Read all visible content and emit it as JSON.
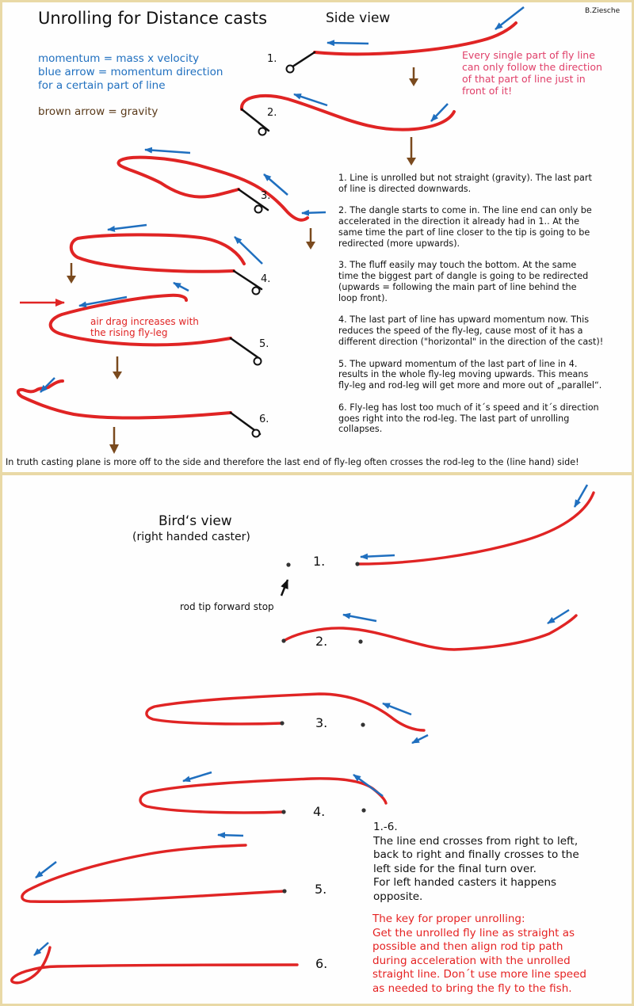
{
  "author": "B.Ziesche",
  "side": {
    "title": "Unrolling for Distance casts",
    "view_label": "Side view",
    "legend_momentum": "momentum = mass x velocity",
    "legend_blue1": "blue arrow = momentum direction",
    "legend_blue2": "for a certain part of line",
    "legend_brown": "brown arrow = gravity",
    "note_red": [
      "Every single part of fly line",
      "can only follow the direction",
      "of that part of line just in",
      "front of it!"
    ],
    "air_drag": [
      "air drag increases with",
      "the rising fly-leg"
    ],
    "numbers": [
      "1.",
      "2.",
      "3.",
      "4.",
      "5.",
      "6."
    ],
    "explanation": [
      "1. Line is unrolled but not straight (gravity). The last part",
      "of line is directed downwards.",
      "",
      "2. The dangle starts to come in. The line end can only be",
      "accelerated in the direction it already had in 1.. At the",
      "same time the part of line closer to the tip is going to be",
      "redirected (more upwards).",
      "",
      "3. The fluff easily may touch the bottom. At the same",
      "time the biggest part of dangle is going to be redirected",
      "(upwards = following the main part of line behind the",
      "loop front).",
      "",
      "4. The last part of line has upward momentum now. This",
      "reduces the speed of the fly-leg, cause most of it has a",
      "different direction (\"horizontal\" in the direction of the cast)!",
      "",
      "5. The upward momentum of the last part of line in 4.",
      "results in the whole fly-leg moving upwards. This means",
      "fly-leg and rod-leg will get more and more out of „parallel“.",
      "",
      "6. Fly-leg has lost too much of it´s speed and it´s direction",
      "goes right into the rod-leg. The last part of unrolling",
      "collapses."
    ],
    "footer": "In truth casting plane is more off to the side and therefore the last end of fly-leg often crosses the rod-leg to the (line hand) side!"
  },
  "bird": {
    "title": "Bird‘s view",
    "subtitle": "(right handed caster)",
    "rod_tip_label": "rod tip forward stop",
    "numbers": [
      "1.",
      "2.",
      "3.",
      "4.",
      "5.",
      "6."
    ],
    "note_black": [
      "1.-6.",
      "The line end crosses from right to left,",
      "back to right and finally crosses to the",
      "left side for the final turn over.",
      "For left handed casters it happens",
      "opposite."
    ],
    "note_red": [
      "The key for proper unrolling:",
      "Get the unrolled fly line as straight as",
      "possible and then align rod tip path",
      "during acceleration with the unrolled",
      "straight line. Don´t use more line speed",
      "as needed to bring the fly to the fish."
    ]
  },
  "colors": {
    "line": "#e02424",
    "momentum_arrow": "#1f6fbf",
    "gravity_arrow": "#7a4a1e",
    "legend_blue_text": "#1f6fbf",
    "legend_brown_text": "#5a3a1a",
    "note_red_text": "#e0406a",
    "key_red_text": "#e52222",
    "frame": "#e9d9a6"
  }
}
